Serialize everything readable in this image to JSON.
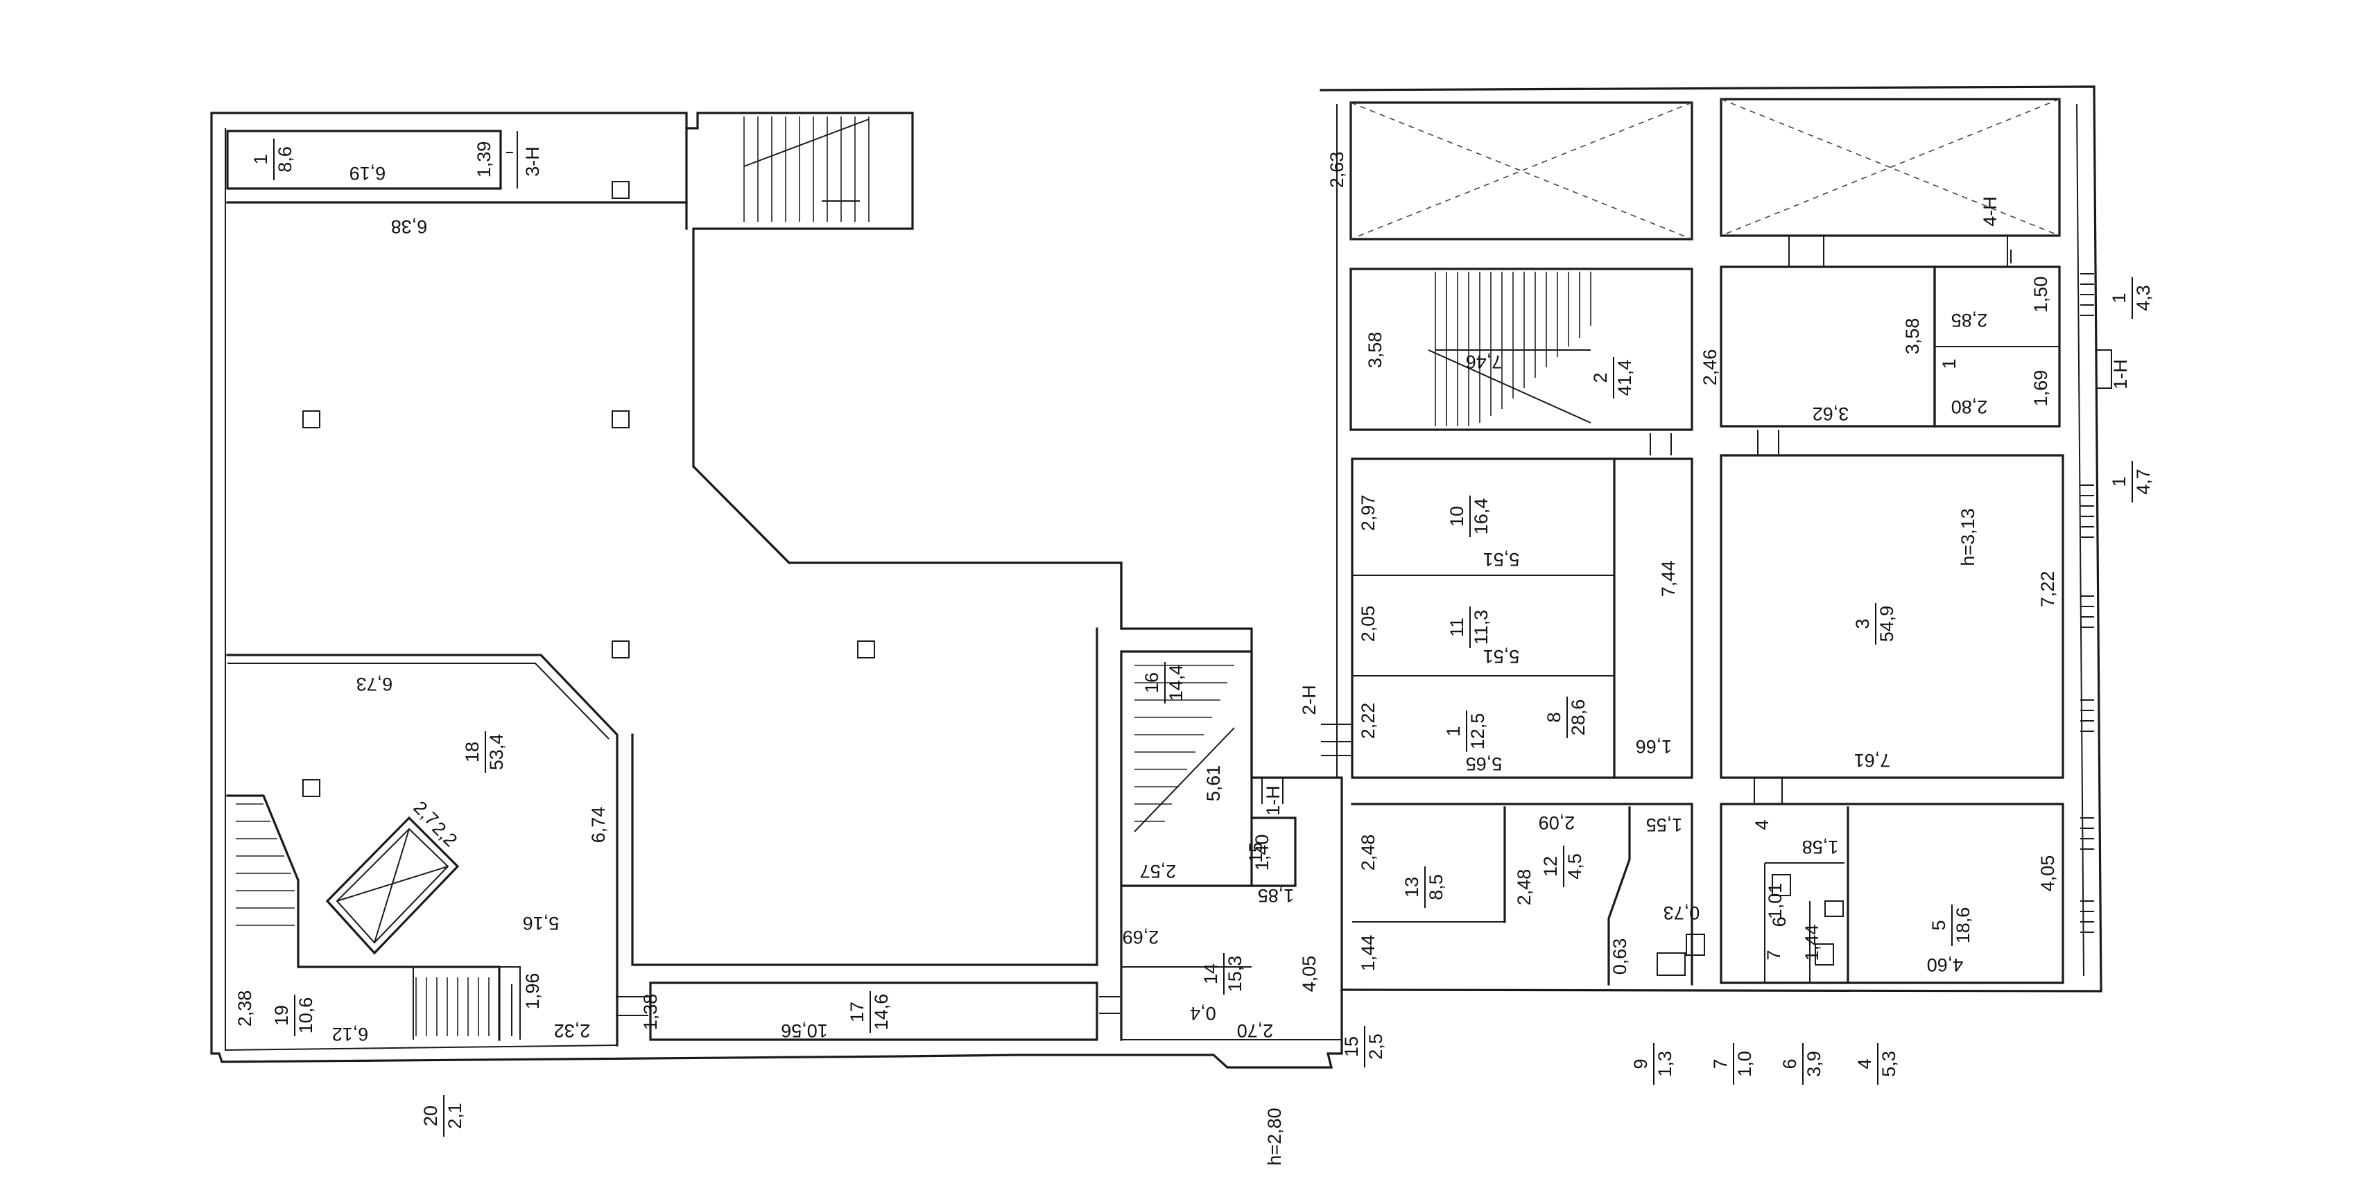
{
  "rooms": [
    {
      "id": "1",
      "area": "8,6"
    },
    {
      "id": "18",
      "area": "53,4"
    },
    {
      "id": "19",
      "area": "10,6"
    },
    {
      "id": "17",
      "area": "14,6"
    },
    {
      "id": "16",
      "area": "14,4"
    },
    {
      "id": "15",
      "area": ""
    },
    {
      "id": "14",
      "area": "15,3"
    },
    {
      "id": "13",
      "area": "8,5"
    },
    {
      "id": "12",
      "area": "4,5"
    },
    {
      "id": "10",
      "area": "16,4"
    },
    {
      "id": "11",
      "area": "11,3"
    },
    {
      "id": "1",
      "area": "12,5"
    },
    {
      "id": "8",
      "area": "28,6"
    },
    {
      "id": "2",
      "area": "41,4"
    },
    {
      "id": "1",
      "area": ""
    },
    {
      "id": "3",
      "area": "54,9"
    },
    {
      "id": "4",
      "area": ""
    },
    {
      "id": "5",
      "area": "18,6"
    },
    {
      "id": "6",
      "area": ""
    },
    {
      "id": "7",
      "area": ""
    }
  ],
  "outside_labels": [
    {
      "top": "20",
      "bottom": "2,1"
    },
    {
      "top": "15",
      "bottom": "2,5"
    },
    {
      "top": "9",
      "bottom": "1,3"
    },
    {
      "top": "7",
      "bottom": "1,0"
    },
    {
      "top": "6",
      "bottom": "3,9"
    },
    {
      "top": "4",
      "bottom": "5,3"
    },
    {
      "top": "1",
      "bottom": "4,3"
    },
    {
      "top": "1",
      "bottom": "4,7"
    }
  ],
  "ceiling_heights": [
    "h=2,80",
    "h=3,13"
  ],
  "exit_marks": [
    "3-H",
    "2-H",
    "1-H",
    "1-H",
    "4-H"
  ],
  "dimensions": {
    "d_1_39": "1,39",
    "d_6_19": "6,19",
    "d_6_38": "6,38",
    "d_6_73": "6,73",
    "d_6_74": "6,74",
    "d_5_16": "5,16",
    "d_2_38": "2,38",
    "d_1_96": "1,96",
    "d_6_12": "6,12",
    "d_2_32": "2,32",
    "d_1_38": "1,38",
    "d_10_56": "10,56",
    "d_2_7": "2,7",
    "d_2_2": "2,2",
    "d_5_61": "5,61",
    "d_2_57": "2,57",
    "d_1_40": "1,40",
    "d_1_85": "1,85",
    "d_2_69": "2,69",
    "d_4_05a": "4,05",
    "d_0_4": "0,4",
    "d_2_70": "2,70",
    "d_2_63": "2,63",
    "d_3_58a": "3,58",
    "d_7_46": "7,46",
    "d_2_46": "2,46",
    "d_3_58b": "3,58",
    "d_3_62": "3,62",
    "d_2_85": "2,85",
    "d_1_50": "1,50",
    "d_2_80": "2,80",
    "d_1_69": "1,69",
    "d_2_97": "2,97",
    "d_5_51a": "5,51",
    "d_2_05": "2,05",
    "d_5_51b": "5,51",
    "d_2_22": "2,22",
    "d_5_65": "5,65",
    "d_7_44": "7,44",
    "d_1_66": "1,66",
    "d_7_22": "7,22",
    "d_7_61": "7,61",
    "d_2_48a": "2,48",
    "d_2_48b": "2,48",
    "d_1_44a": "1,44",
    "d_2_09": "2,09",
    "d_1_55": "1,55",
    "d_0_73": "0,73",
    "d_0_63": "0,63",
    "d_1_58": "1,58",
    "d_1_01": "1,01",
    "d_1_44b": "1,44",
    "d_4_60": "4,60",
    "d_4_05b": "4,05"
  }
}
